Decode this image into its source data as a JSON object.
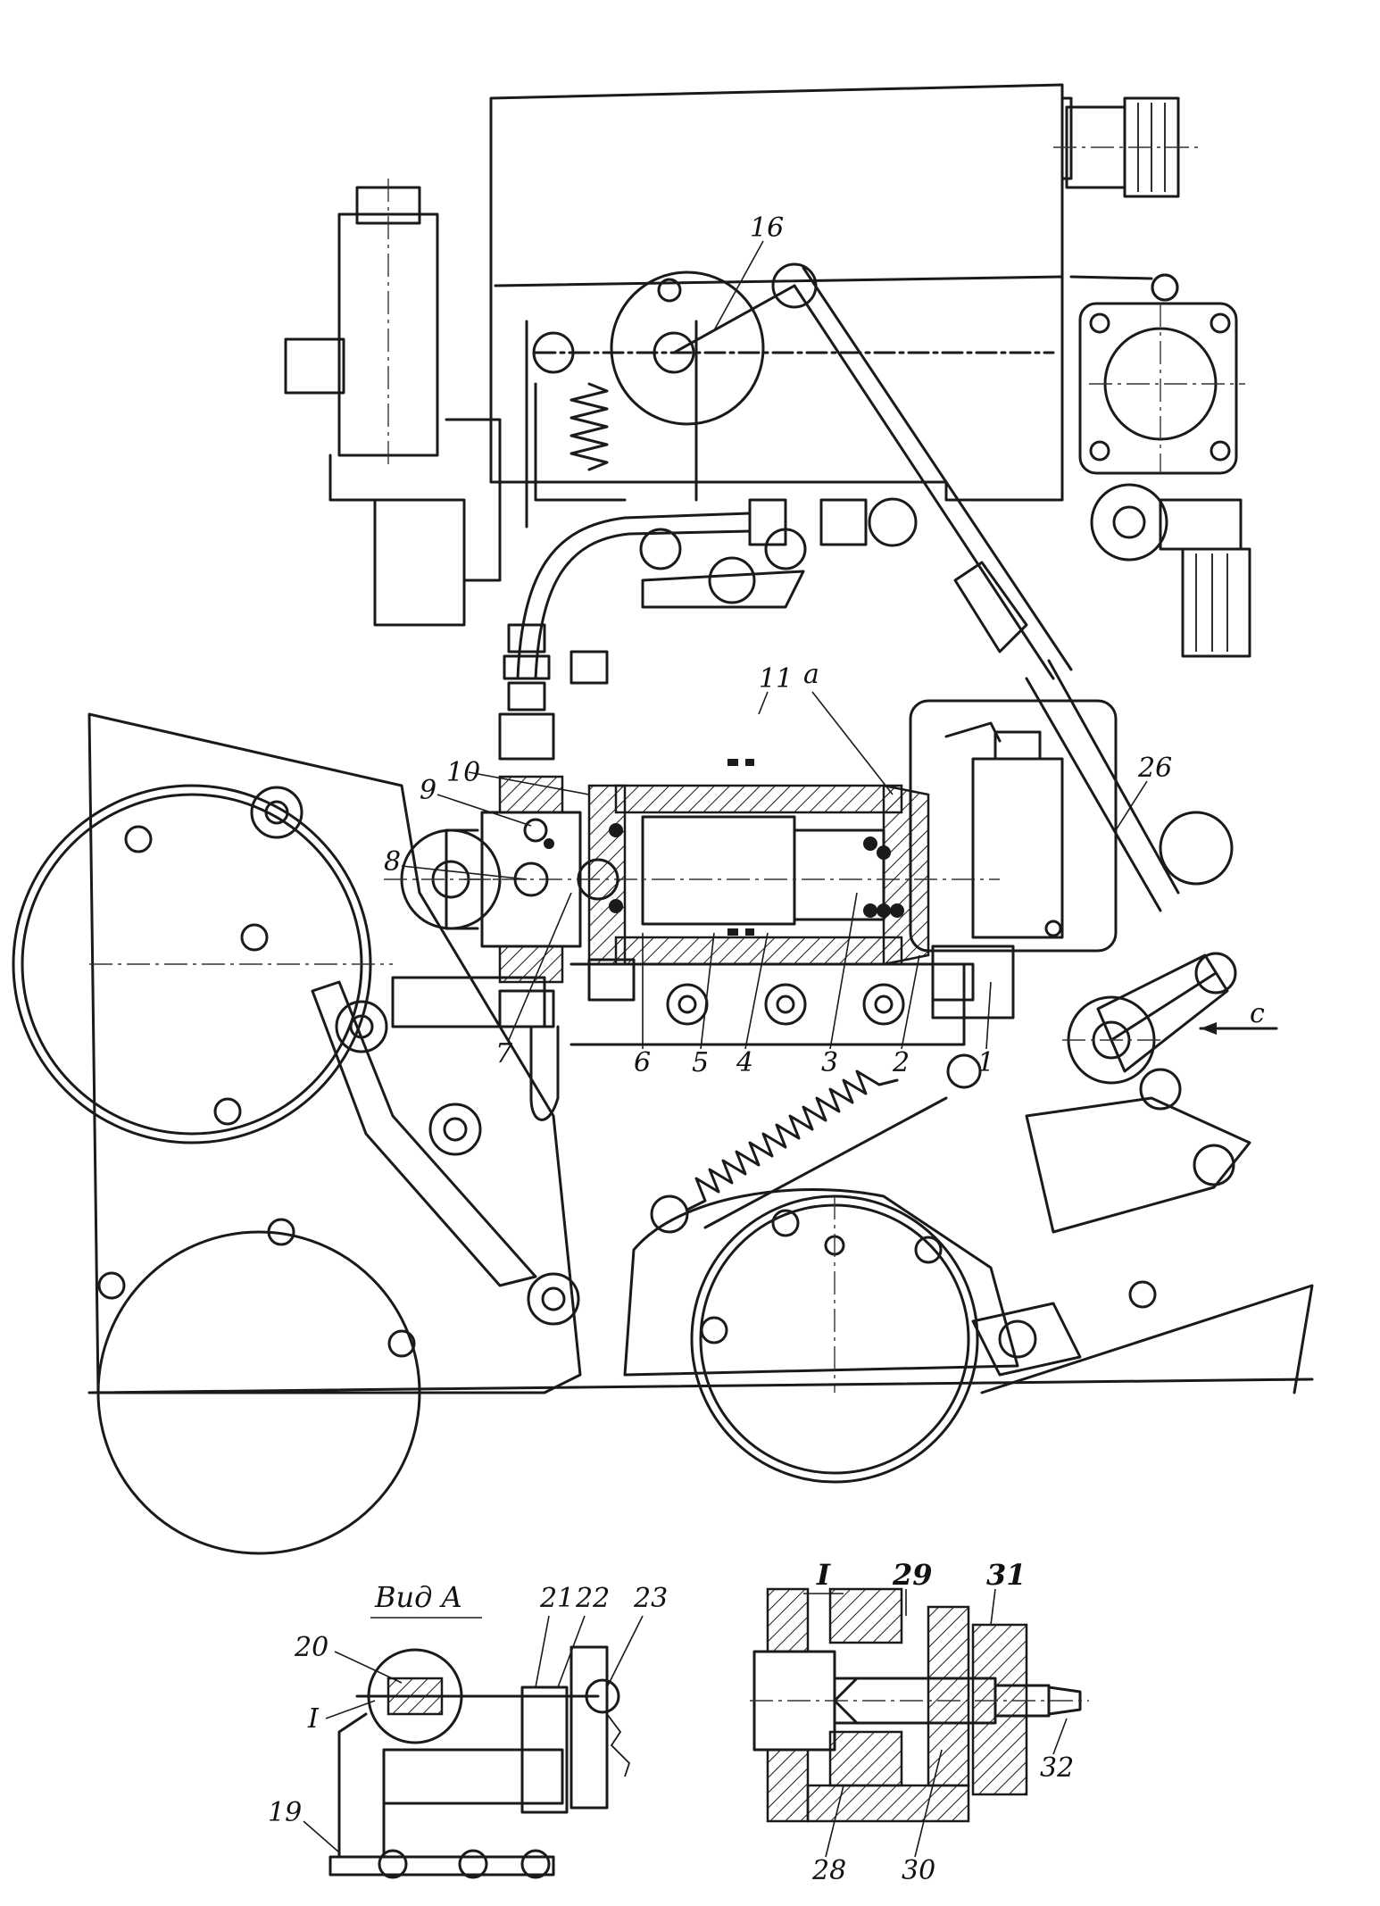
{
  "callouts": {
    "n1": "1",
    "n2": "2",
    "n3": "3",
    "n4": "4",
    "n5": "5",
    "n6": "6",
    "n7": "7",
    "n8": "8",
    "n9": "9",
    "n10": "10",
    "n11": "11",
    "n16": "16",
    "n26": "26",
    "na": "a",
    "nc": "c"
  },
  "view_a": {
    "title": "Вид A",
    "labels": {
      "n19": "19",
      "n20": "20",
      "n21": "21",
      "n22": "22",
      "n23": "23",
      "nI": "I"
    }
  },
  "detail_i": {
    "title": "I",
    "labels": {
      "n28": "28",
      "n29": "29",
      "n30": "30",
      "n31": "31",
      "n32": "32"
    }
  },
  "colors": {
    "ink": "#1a1a1a",
    "paper": "#ffffff"
  }
}
